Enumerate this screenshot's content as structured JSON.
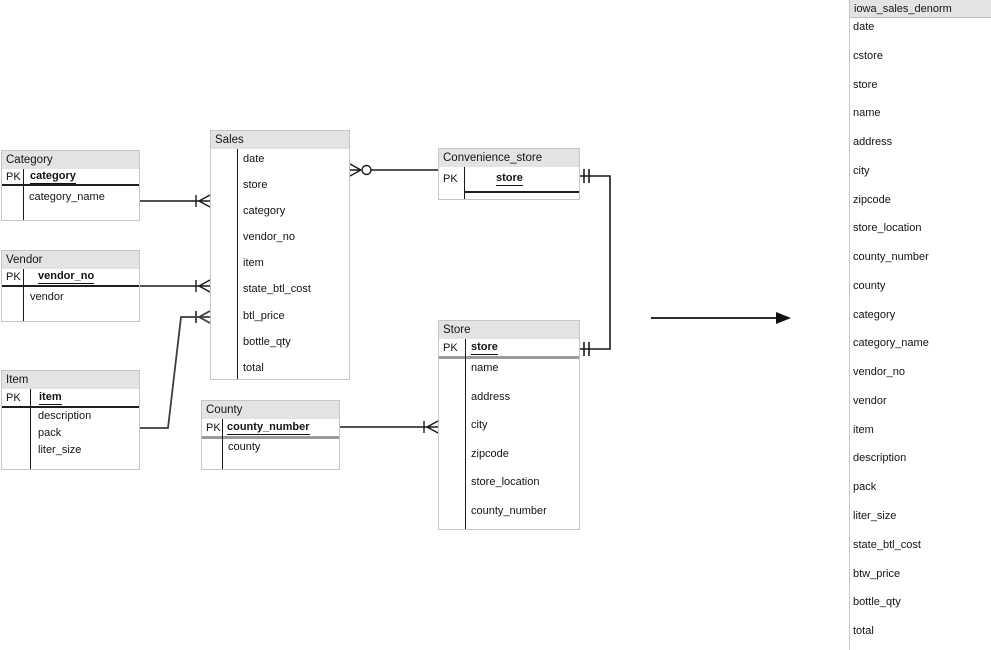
{
  "diagram": {
    "tables": {
      "category": {
        "title": "Category",
        "pk_label": "PK",
        "pk": "category",
        "fields": [
          "category_name"
        ]
      },
      "vendor": {
        "title": "Vendor",
        "pk_label": "PK",
        "pk": "vendor_no",
        "fields": [
          "vendor"
        ]
      },
      "item": {
        "title": "Item",
        "pk_label": "PK",
        "pk": "item",
        "fields": [
          "description",
          "pack",
          "liter_size"
        ]
      },
      "sales": {
        "title": "Sales",
        "fields": [
          "date",
          "store",
          "category",
          "vendor_no",
          "item",
          "state_btl_cost",
          "btl_price",
          "bottle_qty",
          "total"
        ]
      },
      "convenience_store": {
        "title": "Convenience_store",
        "pk_label": "PK",
        "pk": "store",
        "fields": []
      },
      "store": {
        "title": "Store",
        "pk_label": "PK",
        "pk": "store",
        "fields": [
          "name",
          "address",
          "city",
          "zipcode",
          "store_location",
          "county_number"
        ]
      },
      "county": {
        "title": "County",
        "pk_label": "PK",
        "pk": "county_number",
        "fields": [
          "county"
        ]
      },
      "iowa_sales_denorm": {
        "title": "iowa_sales_denorm",
        "fields": [
          "date",
          "cstore",
          "store",
          "name",
          "address",
          "city",
          "zipcode",
          "store_location",
          "county_number",
          "county",
          "category",
          "category_name",
          "vendor_no",
          "vendor",
          "item",
          "description",
          "pack",
          "liter_size",
          "state_btl_cost",
          "btw_price",
          "bottle_qty",
          "total"
        ]
      }
    },
    "relationships": [
      {
        "from": "Category",
        "to": "Sales",
        "cardinality": "one-to-many"
      },
      {
        "from": "Vendor",
        "to": "Sales",
        "cardinality": "one-to-many"
      },
      {
        "from": "Item",
        "to": "Sales",
        "cardinality": "one-to-many"
      },
      {
        "from": "Convenience_store",
        "to": "Sales",
        "cardinality": "one-to-zero-or-many"
      },
      {
        "from": "County",
        "to": "Store",
        "cardinality": "one-to-many"
      },
      {
        "from": "Convenience_store",
        "to": "Store",
        "cardinality": "one-to-one"
      }
    ],
    "flow_arrow": {
      "meaning": "denormalization into iowa_sales_denorm"
    },
    "colors": {
      "header_bg": "#e4e3e1",
      "table_border": "#c6c6c6",
      "line": "#1a1a1a",
      "text": "#141414"
    }
  }
}
